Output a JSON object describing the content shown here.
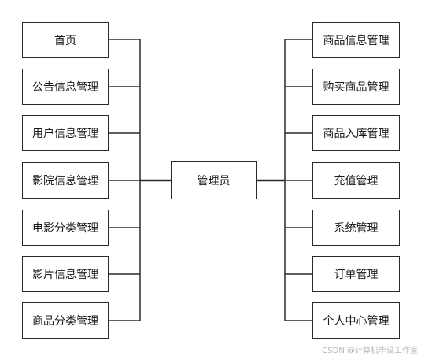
{
  "center": {
    "label": "管理员"
  },
  "left": [
    {
      "label": "首页"
    },
    {
      "label": "公告信息管理"
    },
    {
      "label": "用户信息管理"
    },
    {
      "label": "影院信息管理"
    },
    {
      "label": "电影分类管理"
    },
    {
      "label": "影片信息管理"
    },
    {
      "label": "商品分类管理"
    }
  ],
  "right": [
    {
      "label": "商品信息管理"
    },
    {
      "label": "购买商品管理"
    },
    {
      "label": "商品入库管理"
    },
    {
      "label": "充值管理"
    },
    {
      "label": "系统管理"
    },
    {
      "label": "订单管理"
    },
    {
      "label": "个人中心管理"
    }
  ],
  "watermark": "CSDN @计算机毕设工作室"
}
